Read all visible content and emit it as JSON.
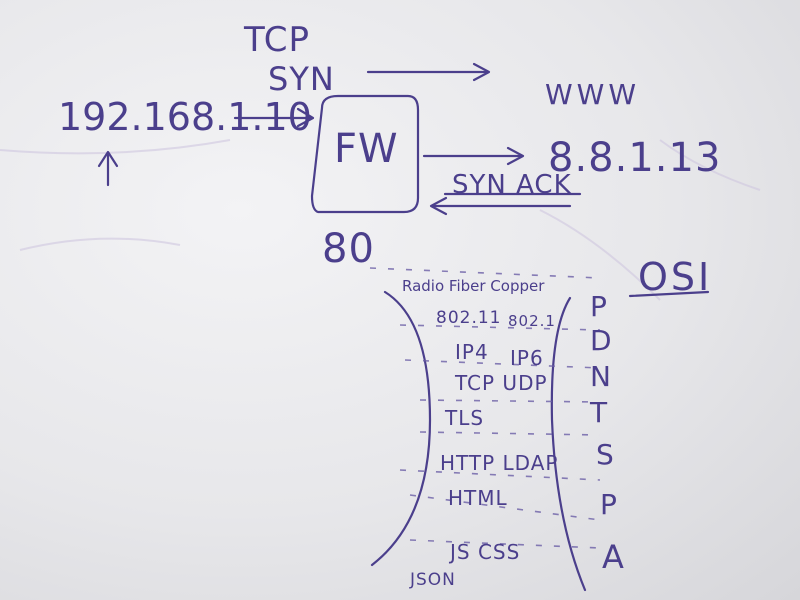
{
  "board": {
    "ip_source": "192.168.1.10",
    "ip_dest": "8.8.1.13",
    "tcp": "TCP",
    "syn": "SYN",
    "www": "WWW",
    "fw": "FW",
    "syn_ack": "SYN ACK",
    "port": "80",
    "osi": "OSI"
  },
  "stack_layers": [
    "Radio Fiber Copper",
    "802.11",
    "802.1",
    "IP4",
    "IP6",
    "TCP UDP",
    "TLS",
    "HTTP LDAP",
    "HTML",
    "JS CSS",
    "JSON"
  ],
  "osi_letters": [
    "P",
    "D",
    "N",
    "T",
    "S",
    "P",
    "A"
  ],
  "colors": {
    "ink": "#4b3f8c",
    "board": "#ececef"
  }
}
